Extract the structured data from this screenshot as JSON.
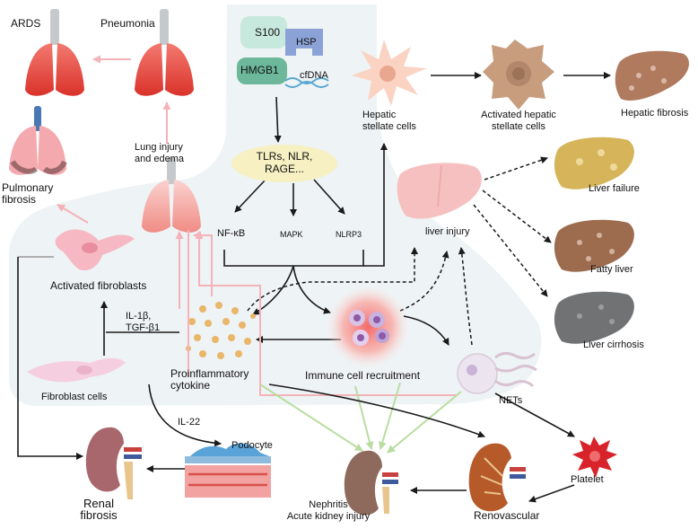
{
  "labels": {
    "ards": "ARDS",
    "pneumonia": "Pneumonia",
    "pulmonary_fibrosis": "Pulmonary\nfibrosis",
    "lung_injury": "Lung injury\nand edema",
    "s100": "S100",
    "hsp": "HSP",
    "hmgb1": "HMGB1",
    "cfdna": "cfDNA",
    "receptors": "TLRs, NLR,\nRAGE...",
    "nfkb": "NF-κB",
    "mapk": "MAPK",
    "nlrp3": "NLRP3",
    "hepatic_stellate": "Hepatic\nstellate cells",
    "activated_hepatic_stellate": "Activated hepatic\nstellate cells",
    "hepatic_fibrosis": "Hepatic fibrosis",
    "liver_failure": "Liver failure",
    "liver_injury": "liver injury",
    "fatty_liver": "Fatty liver",
    "liver_cirrhosis": "Liver cirrhosis",
    "activated_fibroblasts": "Activated fibroblasts",
    "il1b_tgfb1": "IL-1β,\nTGF-β1",
    "fibroblast_cells": "Fibroblast cells",
    "proinflammatory_cytokine": "Proinflammatory\ncytokine",
    "immune_cell_recruitment": "Immune cell recruitment",
    "nets": "NETs",
    "il22": "IL-22",
    "podocyte": "Podocyte",
    "renal_fibrosis": "Renal\nfibrosis",
    "nephritis": "Nephritis\nAcute kidney injury",
    "renovascular": "Renovascular",
    "platelet": "Platelet"
  },
  "colors": {
    "panel": "#eef3f5",
    "lung_red": "#e8453a",
    "liver_brown": "#a8795c",
    "arrow_pink": "#f4b3b8",
    "arrow_green": "#b9dda1",
    "arrow_dark": "#1a1a1a",
    "platelet_red": "#d8232a"
  }
}
